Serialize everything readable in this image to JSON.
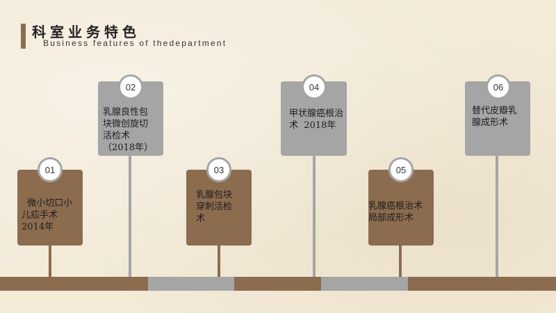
{
  "header": {
    "title": "科室业务特色",
    "subtitle": "Business features of thedepartment"
  },
  "colors": {
    "brown": "#8c6c4f",
    "gray": "#a5a5a5",
    "background": "#f3ead8"
  },
  "items": [
    {
      "number": "01",
      "text": "  微小切口小\n儿疝手术\n2014年"
    },
    {
      "number": "02",
      "text": "乳腺良性包\n块微创旋切\n活检术\n（2018年）"
    },
    {
      "number": "03",
      "text": "乳腺包块\n穿刺活检\n术"
    },
    {
      "number": "04",
      "text": "甲状腺癌根治\n术  2018年"
    },
    {
      "number": "05",
      "text": "乳腺癌根治术\n局部成形术"
    },
    {
      "number": "06",
      "text": "替代皮瓣乳\n腺成形术"
    }
  ]
}
